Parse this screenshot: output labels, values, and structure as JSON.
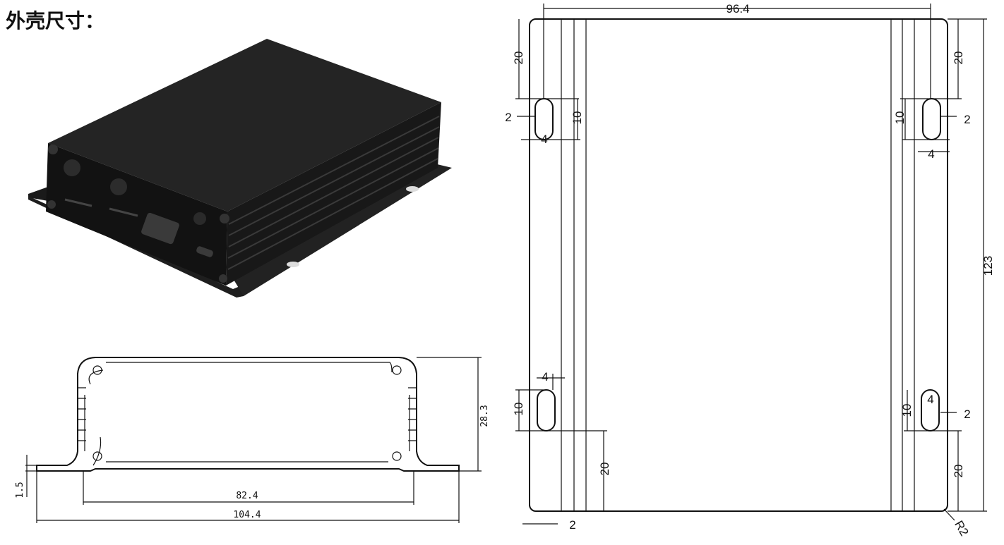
{
  "title": "外壳尺寸：",
  "cross_section": {
    "height": "28.3",
    "inner_width": "82.4",
    "total_width": "104.4",
    "flange_thickness": "1.5"
  },
  "top_view": {
    "hole_spacing": "96.4",
    "length": "123",
    "top_left_offset": "20",
    "top_right_offset": "20",
    "bottom_left_offset": "20",
    "bottom_right_offset": "20",
    "slot_length_tl": "10",
    "slot_length_tr": "10",
    "slot_length_bl": "10",
    "slot_length_br": "10",
    "slot_width_tl": "4",
    "slot_width_tr": "4",
    "slot_width_bl": "4",
    "slot_width_br": "4",
    "slot_radius_tl": "2",
    "slot_radius_tr": "2",
    "slot_radius_br": "2",
    "edge_offset": "2",
    "corner_radius": "R2"
  }
}
